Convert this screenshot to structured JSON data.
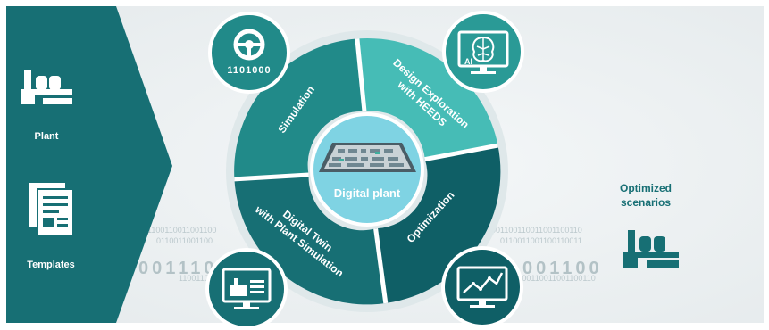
{
  "left_panel": {
    "plant_label": "Plant",
    "templates_label": "Templates"
  },
  "center": {
    "label": "Digital plant"
  },
  "segments": {
    "simulation": "Simulation",
    "design_exploration_line1": "Design Exploration",
    "design_exploration_line2": "with HEEDS",
    "optimization": "Optimization",
    "digital_twin_line1": "Digital Twin",
    "digital_twin_line2": "with Plant Simulation"
  },
  "badges": {
    "simulation_code": "1101000",
    "ai_label": "AI"
  },
  "output": {
    "line1": "Optimized",
    "line2": "scenarios"
  },
  "binary": {
    "left_row1": "1100110011001100",
    "left_row2": "0110011001100",
    "left_big": "001110",
    "left_row3": "110011001100110",
    "right_row1": "1001100110011001100110",
    "right_row2": "0110011001100110011",
    "right_big": "001100",
    "right_row3": "1001100110011001100110"
  },
  "colors": {
    "teal_dark": "#176f74",
    "teal_mid": "#218a89",
    "teal_light": "#38aaa6",
    "teal_bright": "#46bcb6",
    "teal_deep": "#0f5f66",
    "center_blue": "#7fd3e3",
    "background": "#eef2f3"
  }
}
